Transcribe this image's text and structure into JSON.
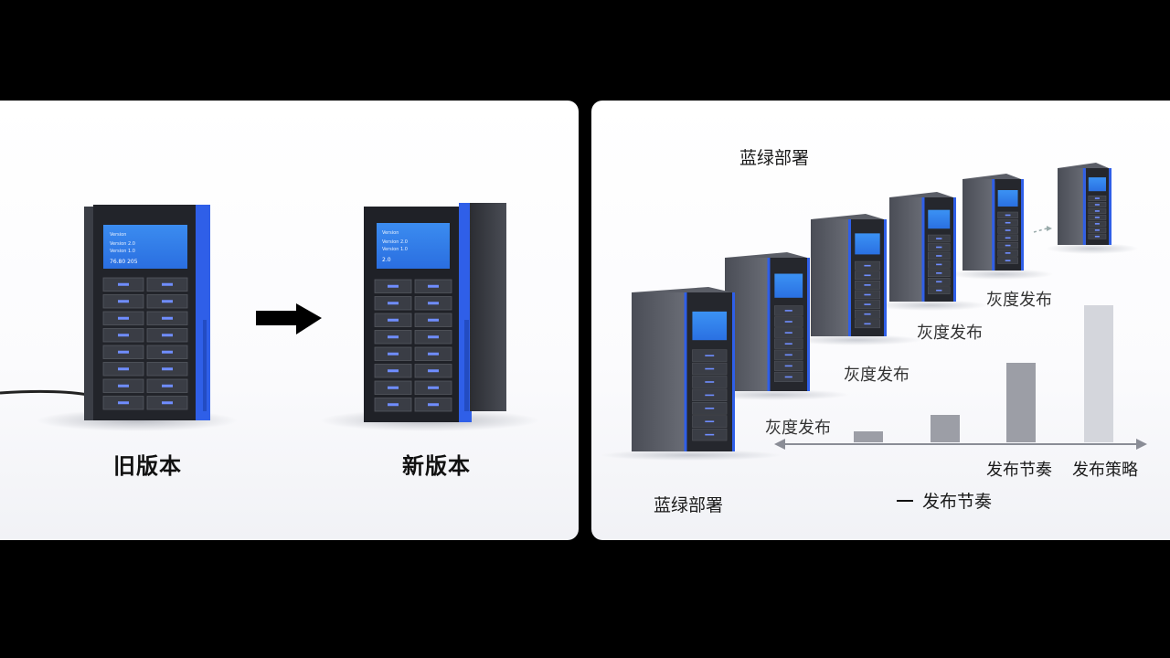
{
  "left_panel": {
    "old_label": "旧版本",
    "new_label": "新版本",
    "arrow_icon": "arrow-right-icon",
    "old_screen_lines": [
      "Version",
      "Version 2.0",
      "Version 1.0",
      "76.80  205"
    ],
    "new_screen_lines": [
      "Version",
      "Version 2.0",
      "Version 1.0",
      "2.0"
    ]
  },
  "right_panel": {
    "title": "蓝绿部署",
    "bottom_label": "蓝绿部署",
    "gray_release_labels": [
      "灰度发布",
      "灰度发布",
      "灰度发布",
      "灰度发布"
    ],
    "axis_label_rhythm": "发布节奏",
    "axis_label_strategy": "发布策略",
    "legend_label": "发布节奏",
    "bars": [
      {
        "value": 0.08
      },
      {
        "value": 0.2
      },
      {
        "value": 0.58
      },
      {
        "value": 1.0
      }
    ]
  },
  "colors": {
    "accent_blue": "#2f5fe8",
    "screen_blue": "#2f7fe8",
    "server_dark": "#2d2f36",
    "bar_gray": "#9c9ea6",
    "bar_light": "#d4d6dc"
  }
}
